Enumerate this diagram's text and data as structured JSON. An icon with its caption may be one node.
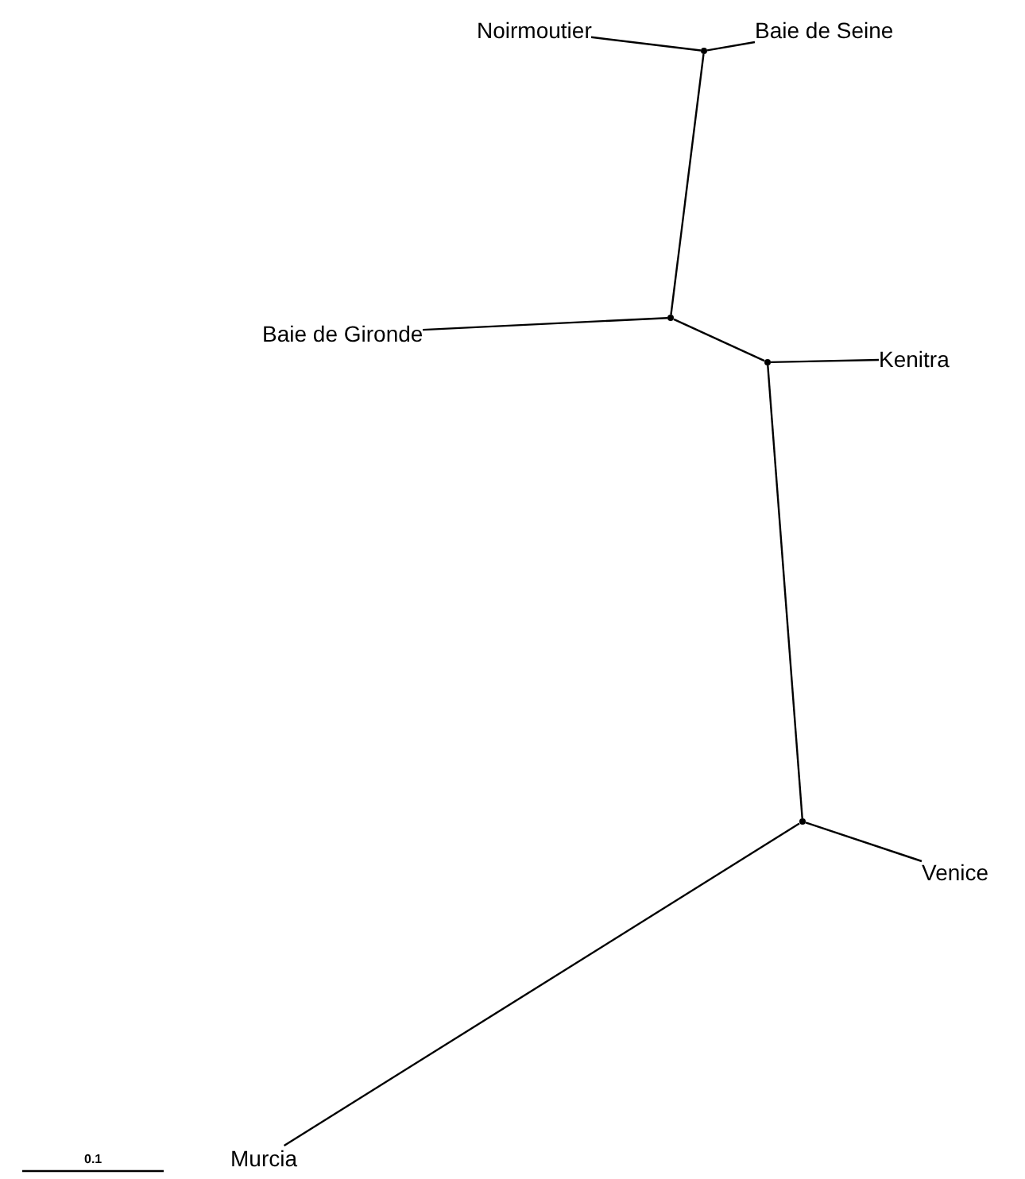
{
  "diagram": {
    "nodes": [
      {
        "text": [
          "Noirmoutier"
        ]
      },
      {
        "text": [
          "Baie de Seine"
        ]
      },
      {
        "text": [
          "Baie de Gironde"
        ]
      },
      {
        "text": [
          "Kenitra"
        ]
      },
      {
        "text": [
          "Venice"
        ]
      },
      {
        "text": [
          "Murcia"
        ]
      },
      {
        "text": [],
        "shape": "point"
      },
      {
        "text": [],
        "shape": "point"
      },
      {
        "text": [],
        "shape": "point"
      },
      {
        "text": [],
        "shape": "point"
      }
    ],
    "edges": [
      {
        "from": 6,
        "to": 0,
        "arrow": "none"
      },
      {
        "from": 6,
        "to": 1,
        "arrow": "none"
      },
      {
        "from": 6,
        "to": 7,
        "arrow": "none"
      },
      {
        "from": 7,
        "to": 2,
        "arrow": "none"
      },
      {
        "from": 7,
        "to": 8,
        "arrow": "none"
      },
      {
        "from": 8,
        "to": 3,
        "arrow": "none"
      },
      {
        "from": 8,
        "to": 9,
        "arrow": "none"
      },
      {
        "from": 9,
        "to": 4,
        "arrow": "none"
      },
      {
        "from": 9,
        "to": 5,
        "arrow": "none"
      }
    ],
    "labels": [
      "0.1"
    ]
  }
}
